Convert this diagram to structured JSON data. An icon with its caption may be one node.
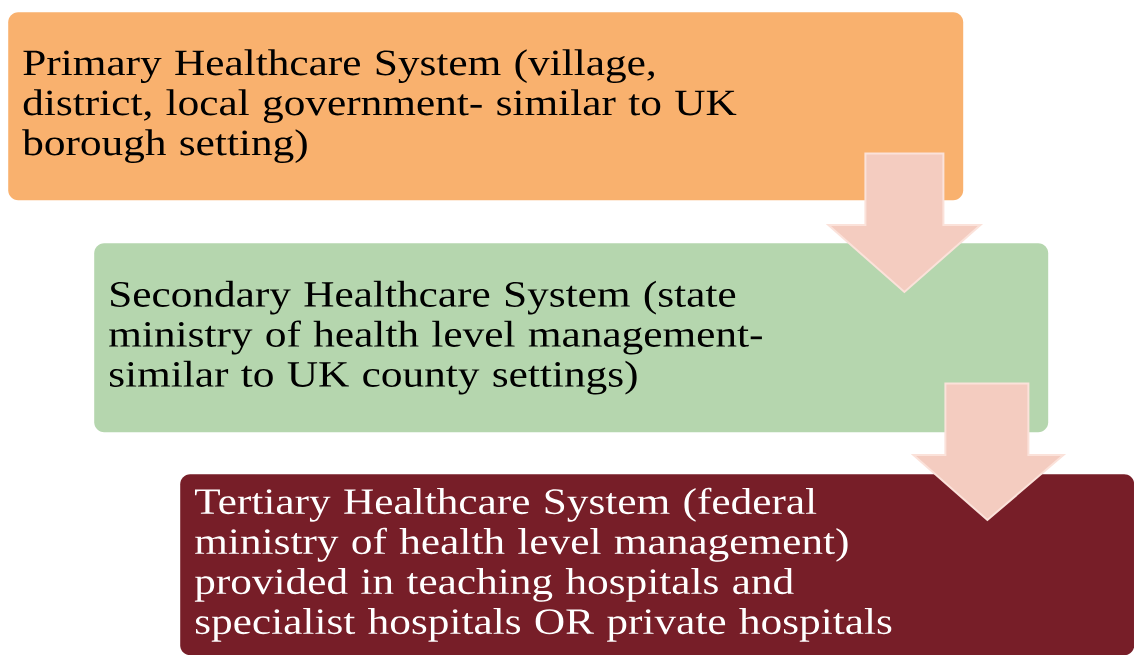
{
  "diagram": {
    "nodes": [
      {
        "text": [
          "Primary Healthcare System (village, district, local government- similar to UK borough setting)"
        ]
      },
      {
        "text": [
          "Secondary Healthcare System (state ministry of health level management- similar to UK county settings)"
        ]
      },
      {
        "text": [
          "Tertiary Healthcare System (federal ministry of health level management) provided in teaching hospitals and specialist hospitals OR private hospitals"
        ]
      }
    ],
    "edges": [
      {
        "from": 0,
        "to": 1,
        "arrow": "to"
      },
      {
        "from": 1,
        "to": 2,
        "arrow": "to"
      }
    ]
  }
}
